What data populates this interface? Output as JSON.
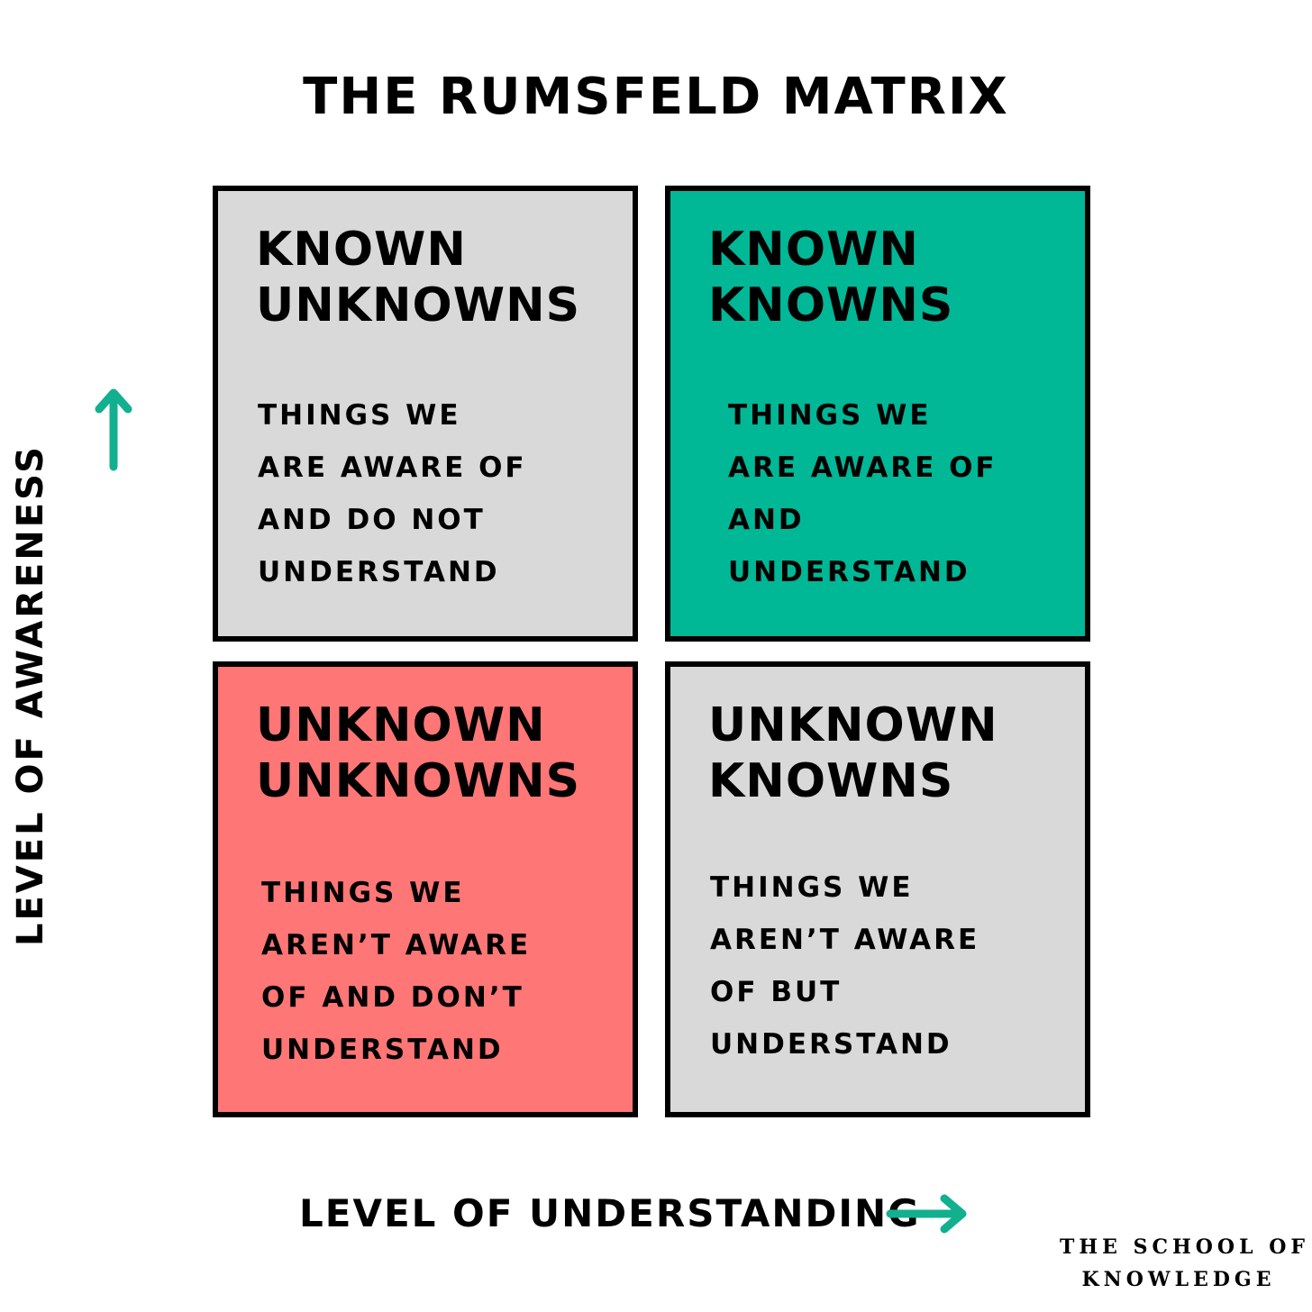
{
  "title": "THE RUMSFELD MATRIX",
  "colors": {
    "gray": "#d9d9d9",
    "teal": "#00b796",
    "salmon": "#ff7676",
    "border": "#000000",
    "arrow": "#12b08f"
  },
  "quadrants": {
    "top_left": {
      "heading": [
        "KNOWN",
        "UNKNOWNS"
      ],
      "description": [
        "THINGS WE",
        "ARE AWARE OF",
        "AND DO NOT",
        "UNDERSTAND"
      ],
      "color": "gray"
    },
    "top_right": {
      "heading": [
        "KNOWN",
        "KNOWNS"
      ],
      "description": [
        "THINGS WE",
        "ARE AWARE OF",
        "AND",
        "UNDERSTAND"
      ],
      "color": "teal"
    },
    "bottom_left": {
      "heading": [
        "UNKNOWN",
        "UNKNOWNS"
      ],
      "description": [
        "THINGS WE",
        "AREN’T AWARE",
        "OF AND DON’T",
        "UNDERSTAND"
      ],
      "color": "salmon"
    },
    "bottom_right": {
      "heading": [
        "UNKNOWN",
        "KNOWNS"
      ],
      "description": [
        "THINGS WE",
        "AREN’T AWARE",
        "OF BUT",
        "UNDERSTAND"
      ],
      "color": "gray"
    }
  },
  "axes": {
    "y_label": "LEVEL OF AWARENESS",
    "y_arrow_icon": "arrow-up-icon",
    "x_label": "LEVEL OF UNDERSTANDING",
    "x_arrow_icon": "arrow-right-icon"
  },
  "brand": [
    "THE SCHOOL OF",
    "KNOWLEDGE"
  ]
}
